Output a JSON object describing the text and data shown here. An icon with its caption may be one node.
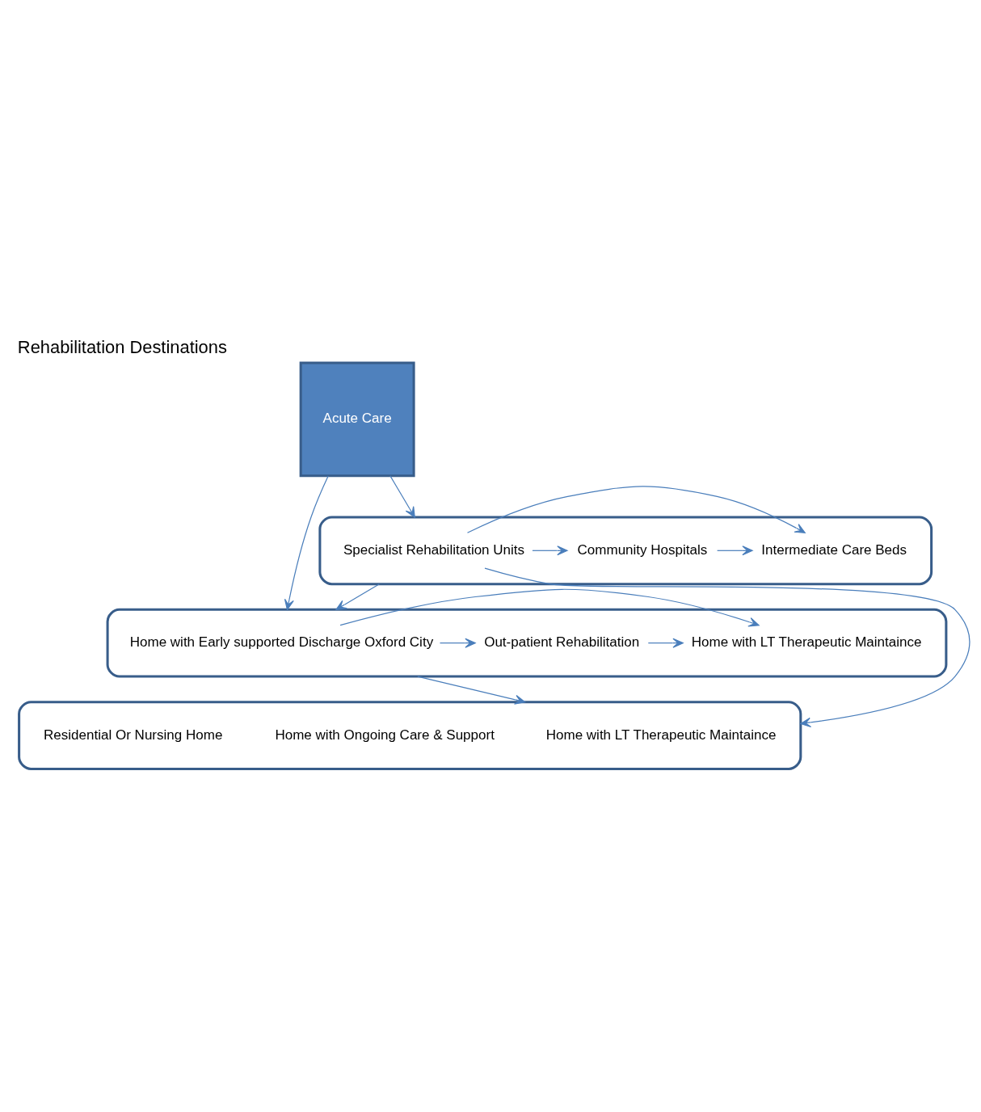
{
  "diagram": {
    "title": "Rehabilitation Destinations",
    "nodes": [
      {
        "text": [
          "Acute Care"
        ]
      },
      {
        "text": [],
        "shape": "box"
      },
      {
        "text": [
          "Specialist Rehabilitation Units"
        ],
        "in": 1
      },
      {
        "text": [
          "Community Hospitals"
        ],
        "in": 1
      },
      {
        "text": [
          "Intermediate Care Beds"
        ],
        "in": 1
      },
      {
        "text": [],
        "shape": "box"
      },
      {
        "text": [
          "Home with Early supported Discharge Oxford City"
        ],
        "in": 5
      },
      {
        "text": [
          "Out-patient Rehabilitation"
        ],
        "in": 5
      },
      {
        "text": [
          "Home with LT Therapeutic Maintaince"
        ],
        "in": 5
      },
      {
        "text": [],
        "shape": "box"
      },
      {
        "text": [
          "Home with LT Therapeutic Maintaince"
        ],
        "in": 9
      },
      {
        "text": [
          "Home with Ongoing Care & Support"
        ],
        "in": 9
      },
      {
        "text": [
          "Residential Or Nursing Home"
        ],
        "in": 9
      }
    ],
    "edges": [
      {
        "from": 0,
        "to": 1,
        "arrow": "to"
      },
      {
        "from": 0,
        "to": 5,
        "arrow": "to"
      },
      {
        "from": 2,
        "to": 3,
        "arrow": "to"
      },
      {
        "from": 3,
        "to": 4,
        "arrow": "to"
      },
      {
        "from": 2,
        "to": 4,
        "arrow": "to"
      },
      {
        "from": 1,
        "to": 5,
        "arrow": "to"
      },
      {
        "from": 2,
        "to": 9,
        "arrow": "to"
      },
      {
        "from": 6,
        "to": 7,
        "arrow": "to"
      },
      {
        "from": 7,
        "to": 8,
        "arrow": "to"
      },
      {
        "from": 6,
        "to": 8,
        "arrow": "to"
      },
      {
        "from": 5,
        "to": 9,
        "arrow": "to"
      }
    ]
  }
}
